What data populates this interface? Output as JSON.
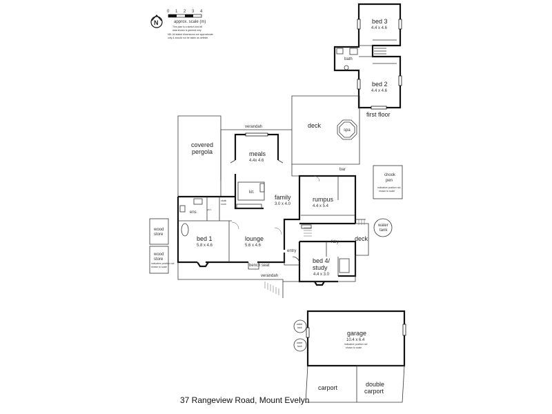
{
  "scale": {
    "ticks": [
      "0",
      "1",
      "2",
      "3",
      "4"
    ],
    "label": "approx. scale (m)",
    "note_lines": [
      "This plan is a sketch and all",
      "data shown is general only.",
      "NB: All stated dimensions are approximate",
      "only & should not be taken as definite."
    ]
  },
  "rooms": {
    "bed3": {
      "name": "bed 3",
      "dims": "4.4 x 4.6"
    },
    "bed2": {
      "name": "bed 2",
      "dims": "4.4 x 4.6"
    },
    "bath": {
      "name": "bath"
    },
    "first_floor": {
      "name": "first floor"
    },
    "deck_top": {
      "name": "deck"
    },
    "spa": {
      "name": "spa"
    },
    "verandah_top": {
      "name": "verandah"
    },
    "covered_pergola": {
      "name_lines": [
        "covered",
        "pergola"
      ]
    },
    "meals": {
      "name": "meals",
      "dims": "4.4x 4.6"
    },
    "bar": {
      "name": "bar"
    },
    "chook_pen": {
      "name_lines": [
        "chook",
        "pen"
      ],
      "note_lines": [
        "indicative position not",
        "shown to scale"
      ]
    },
    "kit": {
      "name": "kit."
    },
    "family": {
      "name": "family",
      "dims": "3.0 x 4.0"
    },
    "rumpus": {
      "name": "rumpus",
      "dims": "4.4 x 5.4"
    },
    "ens": {
      "name": "ens"
    },
    "cloak_room": {
      "name_lines": [
        "cloak",
        "room"
      ]
    },
    "wir": {
      "name": "w.i.r."
    },
    "bed1": {
      "name": "bed 1",
      "dims": "5.8 x 4.6"
    },
    "lounge": {
      "name": "lounge",
      "dims": "5.6 x 4.6"
    },
    "entry": {
      "name": "entry"
    },
    "ldry": {
      "name": "l'dry"
    },
    "deck_right": {
      "name": "deck"
    },
    "water_tank_right": {
      "name_lines": [
        "water",
        "tank"
      ]
    },
    "bed4": {
      "name_lines": [
        "bed 4/",
        "study"
      ],
      "dims": "4.4 x 3.0"
    },
    "verandah_bottom": {
      "name": "verandah"
    },
    "wood_store_1": {
      "name_lines": [
        "wood",
        "store"
      ]
    },
    "wood_store_2": {
      "name_lines": [
        "wood",
        "store"
      ],
      "note_lines": [
        "indicative position not",
        "shown to scale"
      ]
    },
    "bench_seat": {
      "name": "bench seat"
    },
    "garage": {
      "name": "garage",
      "dims": "10.4 x 6.4",
      "note_lines": [
        "indicative position not",
        "shown to scale"
      ]
    },
    "water_tank_a": {
      "name_lines": [
        "water",
        "tank"
      ]
    },
    "water_tank_b": {
      "name_lines": [
        "water",
        "tank"
      ]
    },
    "carport": {
      "name": "carport"
    },
    "double_carport": {
      "name_lines": [
        "double",
        "carport"
      ]
    }
  },
  "address": "37 Rangeview Road, Mount Evelyn",
  "icons": [
    "north-arrow-icon"
  ]
}
